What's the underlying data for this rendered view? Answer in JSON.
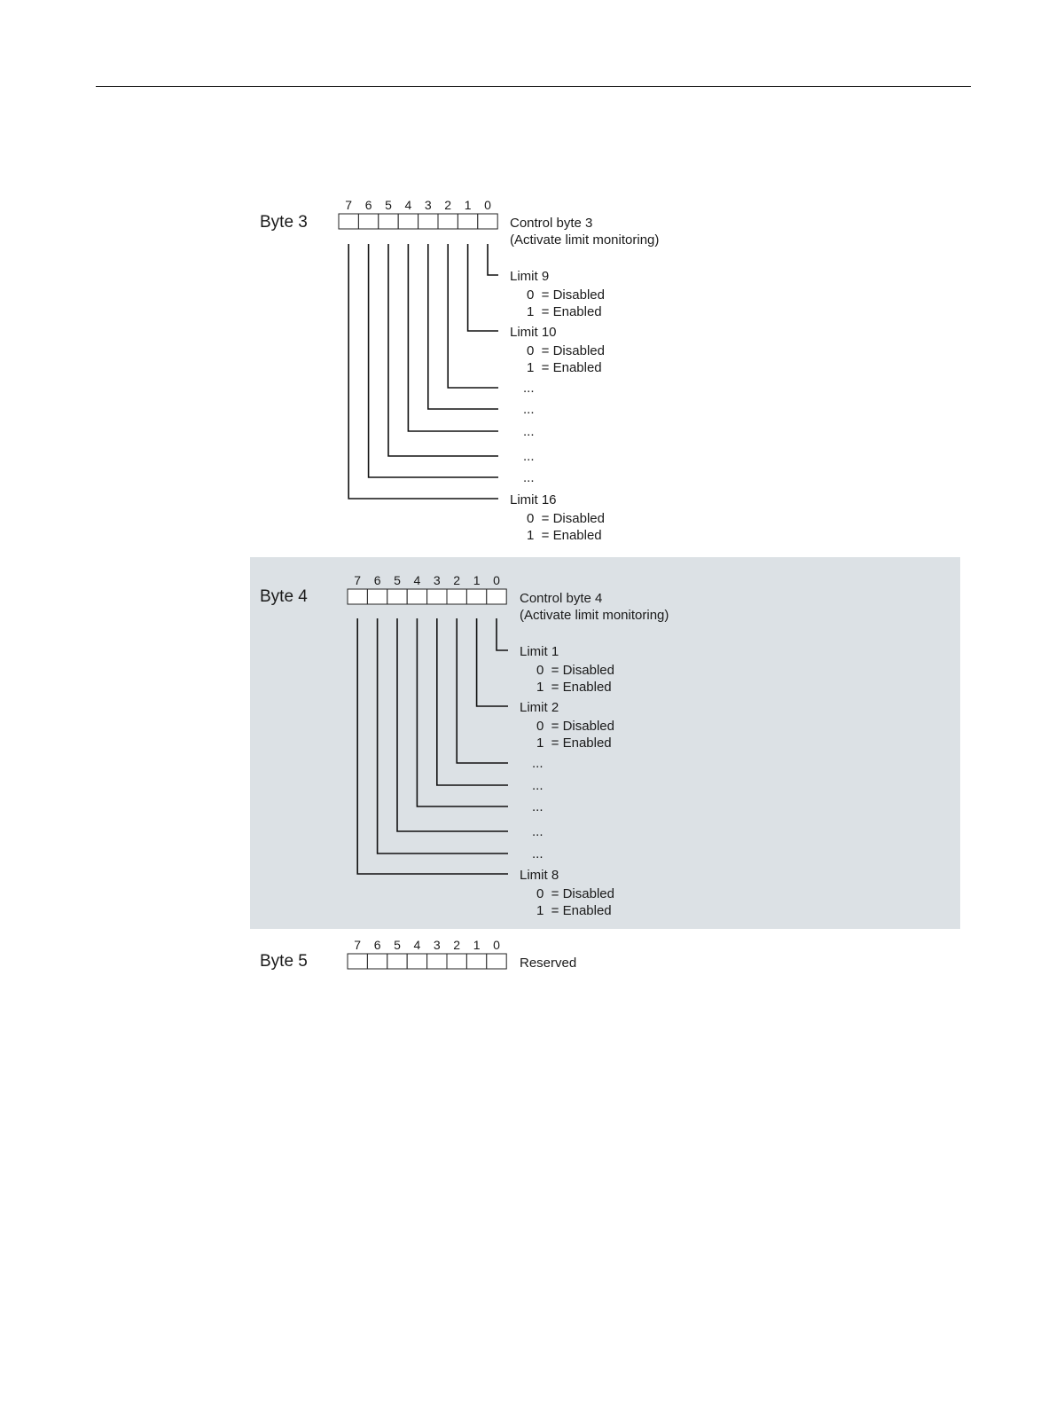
{
  "bit_numbers": [
    "7",
    "6",
    "5",
    "4",
    "3",
    "2",
    "1",
    "0"
  ],
  "bytes": [
    {
      "label": "Byte 3",
      "title": "Control byte 3",
      "subtitle": "(Activate limit monitoring)",
      "outputs": [
        {
          "bit": 0,
          "name": "Limit 9",
          "states": [
            "0  = Disabled",
            "1  = Enabled"
          ]
        },
        {
          "bit": 1,
          "name": "Limit 10",
          "states": [
            "0  = Disabled",
            "1  = Enabled"
          ]
        },
        {
          "bit": 2,
          "name": "...",
          "states": []
        },
        {
          "bit": 3,
          "name": "...",
          "states": []
        },
        {
          "bit": 4,
          "name": "...",
          "states": []
        },
        {
          "bit": 5,
          "name": "...",
          "states": []
        },
        {
          "bit": 6,
          "name": "...",
          "states": []
        },
        {
          "bit": 7,
          "name": "Limit 16",
          "states": [
            "0  = Disabled",
            "1  = Enabled"
          ]
        }
      ]
    },
    {
      "label": "Byte 4",
      "title": "Control byte 4",
      "subtitle": "(Activate limit monitoring)",
      "outputs": [
        {
          "bit": 0,
          "name": "Limit 1",
          "states": [
            "0  = Disabled",
            "1  = Enabled"
          ]
        },
        {
          "bit": 1,
          "name": "Limit 2",
          "states": [
            "0  = Disabled",
            "1  = Enabled"
          ]
        },
        {
          "bit": 2,
          "name": "...",
          "states": []
        },
        {
          "bit": 3,
          "name": "...",
          "states": []
        },
        {
          "bit": 4,
          "name": "...",
          "states": []
        },
        {
          "bit": 5,
          "name": "...",
          "states": []
        },
        {
          "bit": 6,
          "name": "...",
          "states": []
        },
        {
          "bit": 7,
          "name": "Limit 8",
          "states": [
            "0  = Disabled",
            "1  = Enabled"
          ]
        }
      ]
    },
    {
      "label": "Byte 5",
      "title": "Reserved",
      "subtitle": "",
      "outputs": []
    }
  ],
  "colors": {
    "band": "#dce1e5",
    "line": "#111111"
  }
}
